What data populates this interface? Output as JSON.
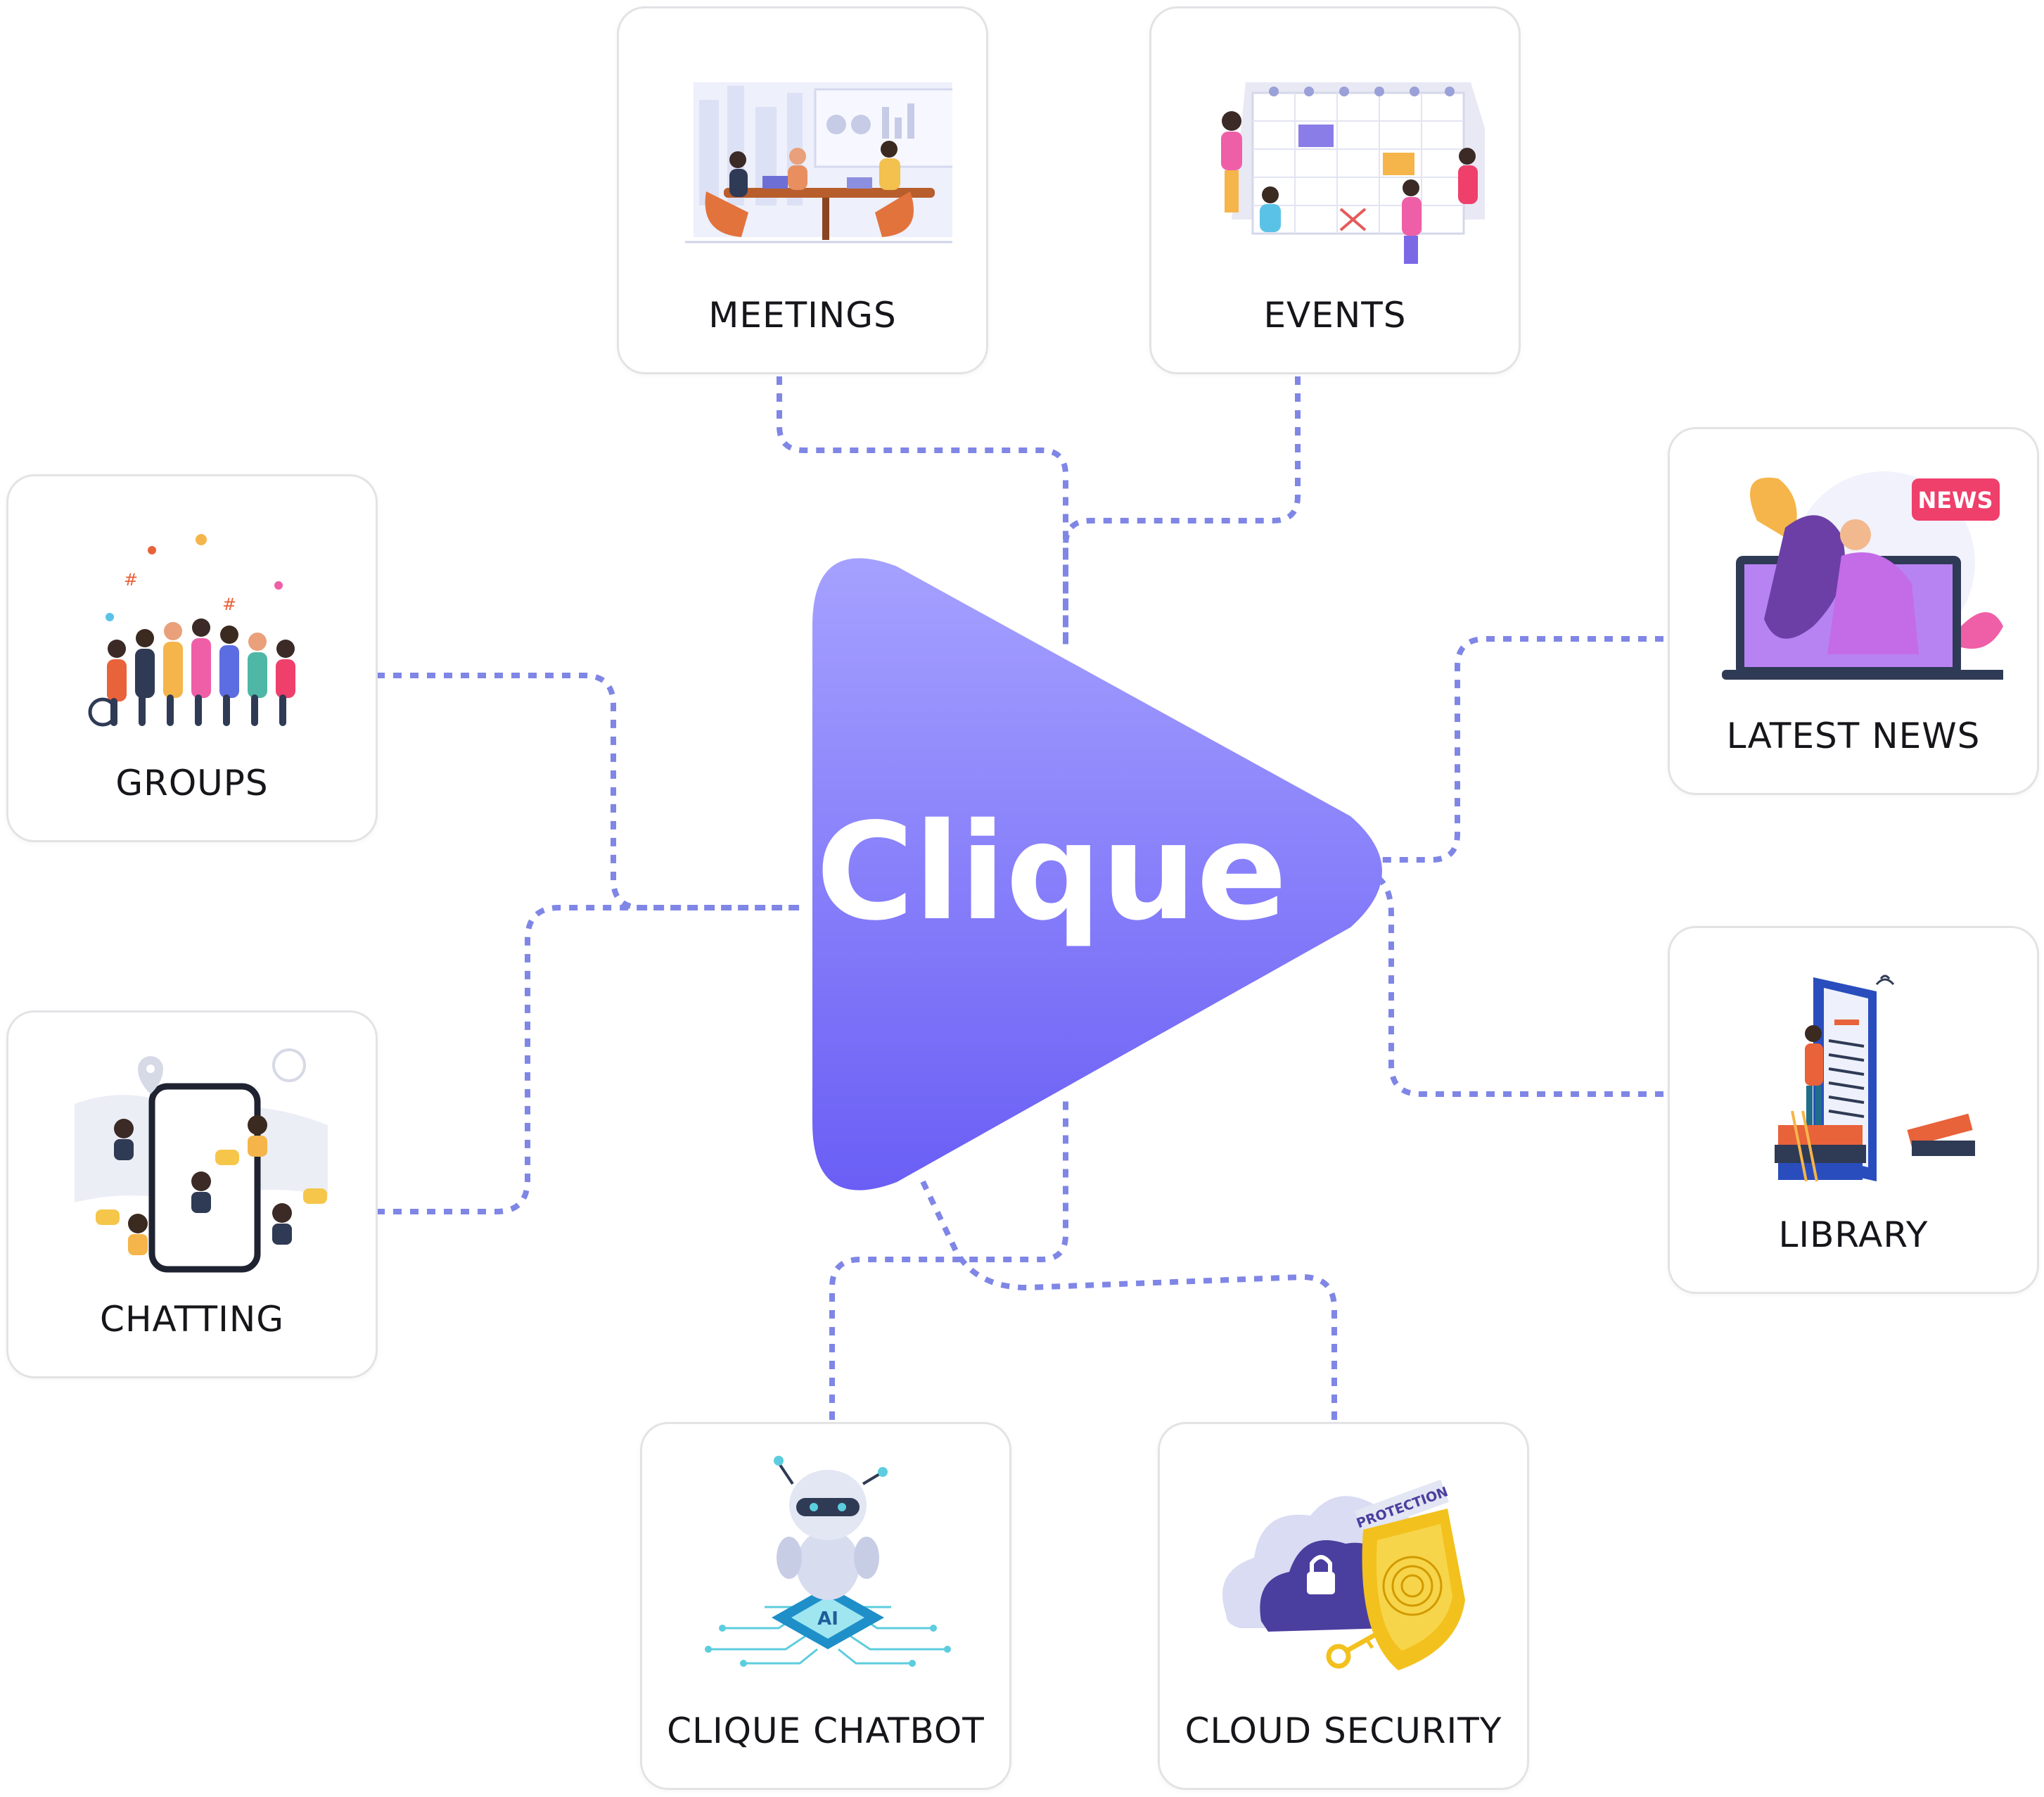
{
  "brand": {
    "name": "Clique",
    "gradient_top": "#a5a1ff",
    "gradient_bottom": "#6a5ef5",
    "connector_color": "#7f86e6"
  },
  "features": [
    {
      "id": "meetings",
      "label": "MEETINGS",
      "icon": "meetings-illustration-icon"
    },
    {
      "id": "events",
      "label": "EVENTS",
      "icon": "calendar-illustration-icon"
    },
    {
      "id": "groups",
      "label": "GROUPS",
      "icon": "group-people-illustration-icon"
    },
    {
      "id": "latest-news",
      "label": "LATEST NEWS",
      "icon": "news-laptop-illustration-icon",
      "badge": "NEWS"
    },
    {
      "id": "chatting",
      "label": "CHATTING",
      "icon": "chat-phone-illustration-icon"
    },
    {
      "id": "library",
      "label": "LIBRARY",
      "icon": "library-books-illustration-icon"
    },
    {
      "id": "clique-chatbot",
      "label": "CLIQUE CHATBOT",
      "icon": "robot-chip-illustration-icon",
      "chip_text": "AI"
    },
    {
      "id": "cloud-security",
      "label": "CLOUD SECURITY",
      "icon": "cloud-shield-illustration-icon",
      "banner": "PROTECTION"
    }
  ]
}
